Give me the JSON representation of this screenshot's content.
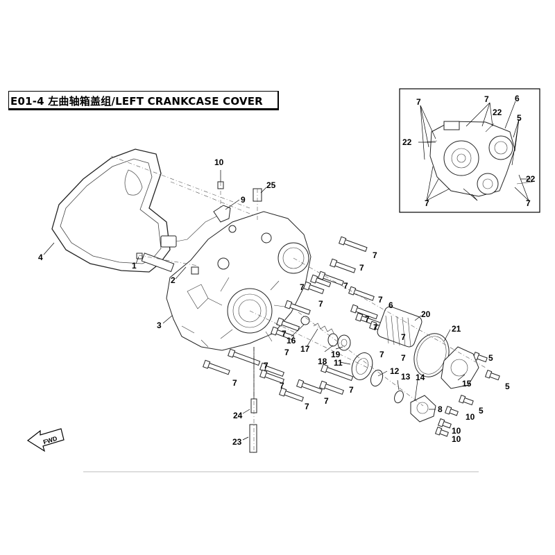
{
  "header": {
    "title": "E01-4 左曲轴箱盖组/LEFT CRANKCASE COVER"
  },
  "fwd_label": "FWD",
  "callouts": {
    "c1": "1",
    "c2": "2",
    "c3": "3",
    "c4": "4",
    "c5a": "5",
    "c5b": "5",
    "c5c": "5",
    "c5i": "5",
    "c6": "6",
    "c6i": "6",
    "c7a": "7",
    "c7b": "7",
    "c7c": "7",
    "c7d": "7",
    "c7e": "7",
    "c7f": "7",
    "c7g": "7",
    "c7h": "7",
    "c7j": "7",
    "c7k": "7",
    "c7l": "7",
    "c7m": "7",
    "c7n": "7",
    "c7o": "7",
    "c7p": "7",
    "c7q": "7",
    "c7r": "7",
    "c7s": "7",
    "c7t": "7",
    "c7i1": "7",
    "c7i2": "7",
    "c7i3": "7",
    "c7i4": "7",
    "c8": "8",
    "c9": "9",
    "c10a": "10",
    "c10b": "10",
    "c10c": "10",
    "c10d": "10",
    "c11": "11",
    "c12": "12",
    "c13": "13",
    "c14": "14",
    "c15": "15",
    "c16": "16",
    "c17": "17",
    "c18": "18",
    "c19": "19",
    "c20": "20",
    "c21": "21",
    "c22a": "22",
    "c22b": "22",
    "c22c": "22",
    "c23": "23",
    "c24": "24",
    "c25": "25"
  }
}
